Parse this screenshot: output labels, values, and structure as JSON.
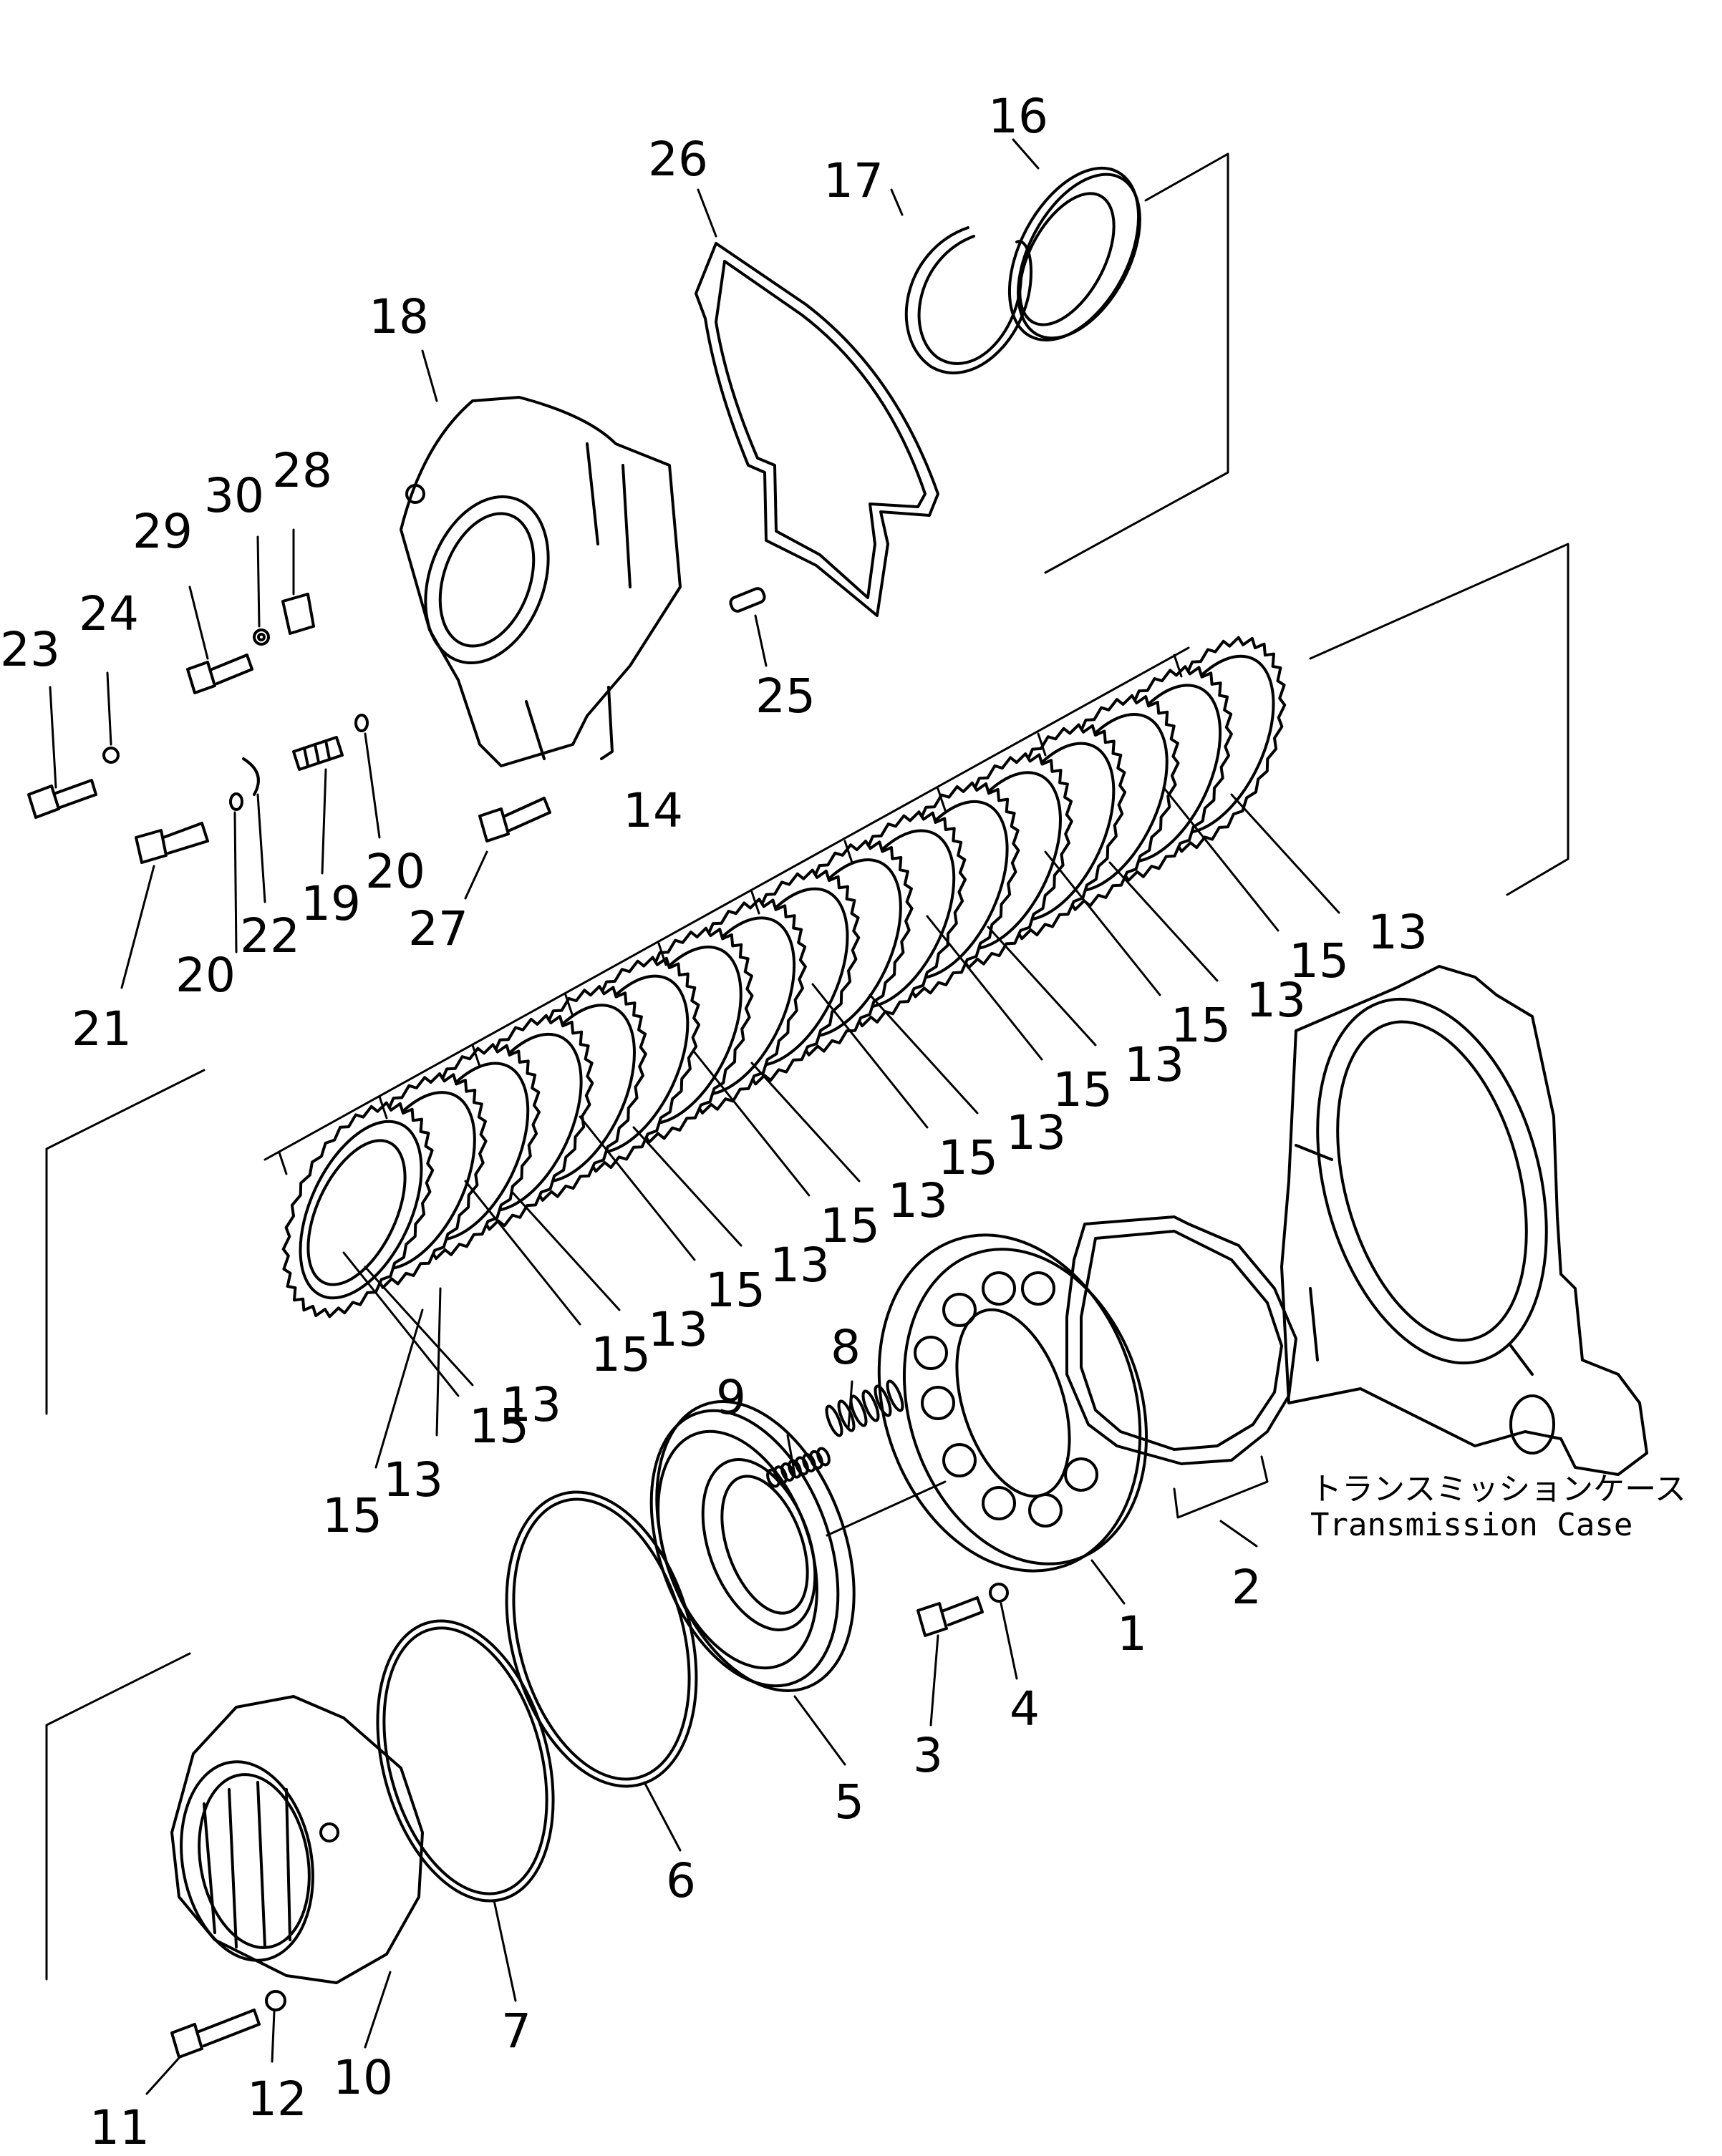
{
  "diagram": {
    "labels": {
      "l1": "1",
      "l2": "2",
      "l3": "3",
      "l4": "4",
      "l5": "5",
      "l6": "6",
      "l7": "7",
      "l8": "8",
      "l9": "9",
      "l10": "10",
      "l11": "11",
      "l12": "12",
      "l14": "14",
      "l16": "16",
      "l17": "17",
      "l18": "18",
      "l19": "19",
      "l20a": "20",
      "l20b": "20",
      "l21": "21",
      "l22": "22",
      "l23": "23",
      "l24": "24",
      "l25": "25",
      "l26": "26",
      "l27": "27",
      "l28": "28",
      "l29": "29",
      "l30": "30"
    },
    "stack_labels": [
      {
        "n": "13",
        "odd": "15"
      },
      {
        "n": "13",
        "odd": "15"
      },
      {
        "n": "13",
        "odd": "15"
      },
      {
        "n": "13",
        "odd": "15"
      },
      {
        "n": "13",
        "odd": "15"
      },
      {
        "n": "13",
        "odd": "15"
      },
      {
        "n": "13",
        "odd": "15"
      },
      {
        "n": "13",
        "odd": "15"
      }
    ],
    "case_caption_jp": "トランスミッションケース",
    "case_caption_en": "Transmission Case"
  }
}
